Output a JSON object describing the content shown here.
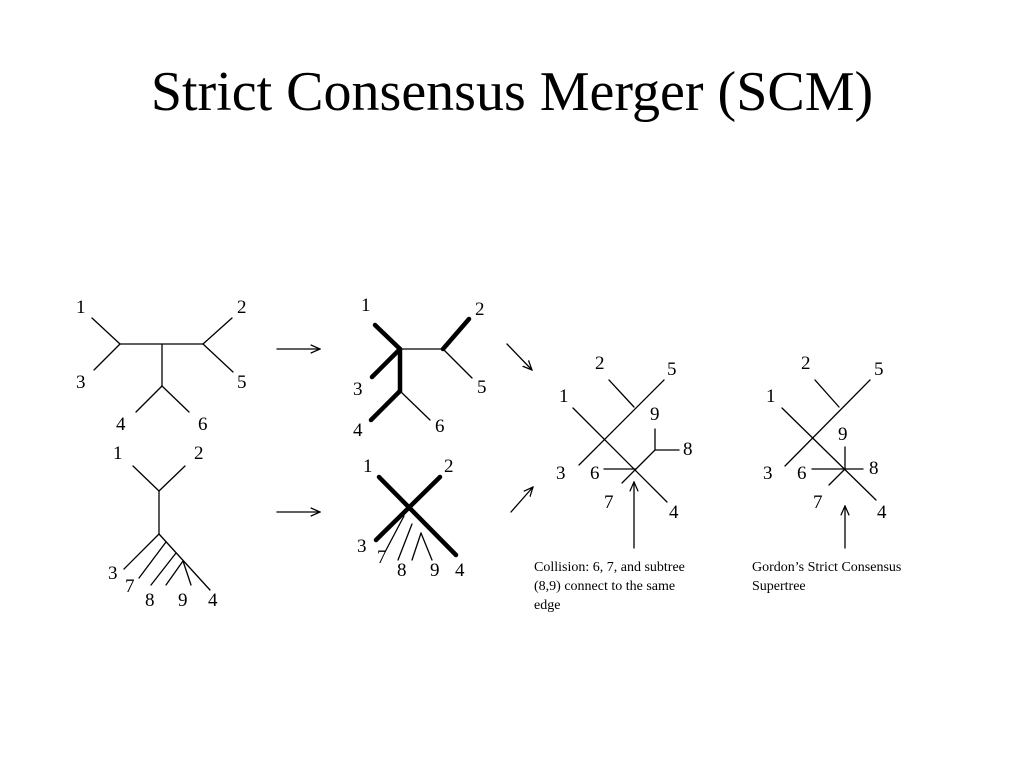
{
  "title": "Strict Consensus Merger (SCM)",
  "trees": {
    "tree1_top": {
      "leaves": [
        "1",
        "2",
        "3",
        "5",
        "4",
        "6"
      ]
    },
    "tree1_bottom": {
      "leaves": [
        "1",
        "2",
        "3",
        "7",
        "8",
        "9",
        "4"
      ]
    },
    "tree2_top": {
      "leaves": [
        "1",
        "2",
        "3",
        "5",
        "4",
        "6"
      ]
    },
    "tree2_bottom": {
      "leaves": [
        "1",
        "2",
        "3",
        "7",
        "8",
        "9",
        "4"
      ]
    },
    "merged": {
      "leaves": [
        "2",
        "5",
        "1",
        "9",
        "8",
        "3",
        "6",
        "7",
        "4"
      ]
    },
    "supertree": {
      "leaves": [
        "2",
        "5",
        "1",
        "9",
        "3",
        "6",
        "8",
        "7",
        "4"
      ]
    }
  },
  "captions": {
    "collision": [
      "Collision: 6, 7, and subtree",
      "(8,9) connect to the same",
      "edge"
    ],
    "gordon": [
      "Gordon’s Strict Consensus",
      "Supertree"
    ]
  }
}
